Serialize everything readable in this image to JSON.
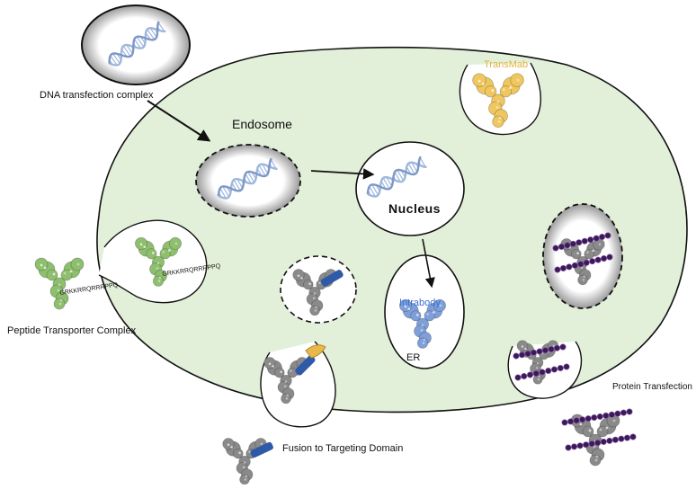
{
  "labels": {
    "dna_complex": "DNA transfection complex",
    "endosome": "Endosome",
    "nucleus": "Nucleus",
    "transmab": "TransMab",
    "peptide_complex": "Peptide Transporter Complex",
    "peptide_seq_1": "GRKKRRQRRRPPQ",
    "peptide_seq_2": "GRKKRRQRRRPPQ",
    "intrabody": "Intrabody",
    "er": "ER",
    "protein_transfection": "Protein Transfection",
    "fusion_domain": "Fusion to Targeting Domain"
  },
  "colors": {
    "cell_fill": "#e2efd9",
    "outline": "#111111",
    "dna": "#9fb7dc",
    "transmab_text": "#e3b23c",
    "transmab_antibody": "#f0c75e",
    "intrabody_text": "#3a6fd8",
    "intrabody_antibody": "#7f9fd8",
    "peptide_antibody": "#8ebf6e",
    "grey_antibody": "#8a8a8a",
    "targeting_domain": "#2f5aa8",
    "targeting_tip": "#e8b84a",
    "protein_beads": "#3b1a55"
  },
  "icons": {
    "arrow": "arrow-icon",
    "dna": "dna-helix-icon",
    "antibody": "antibody-icon"
  }
}
